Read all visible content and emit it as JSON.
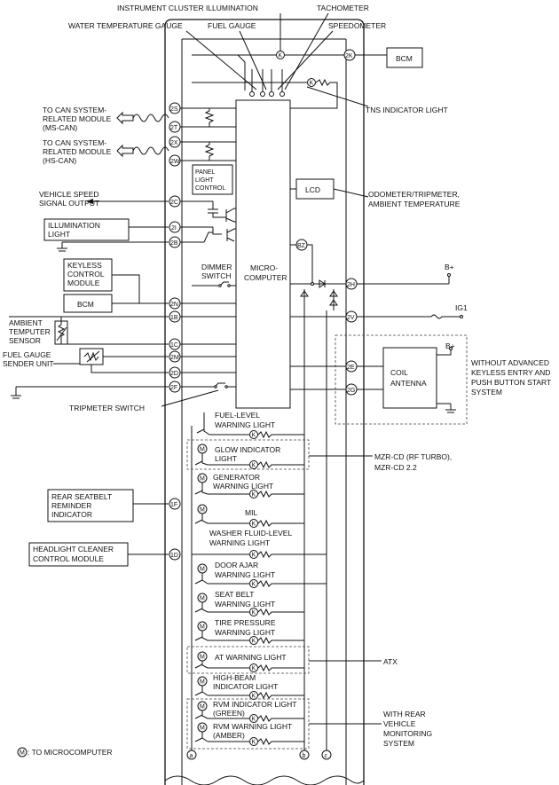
{
  "labels": {
    "instrument_cluster_illumination": "INSTRUMENT CLUSTER ILLUMINATION",
    "tachometer": "TACHOMETER",
    "water_temp_gauge": "WATER TEMPERATURE GAUGE",
    "fuel_gauge": "FUEL GAUGE",
    "speedometer": "SPEEDOMETER",
    "bcm_top": "BCM",
    "tns_indicator": "TNS INDICATOR LIGHT",
    "can_ms_1": "TO CAN SYSTEM-",
    "can_ms_2": "RELATED MODULE",
    "can_ms_3": "(MS-CAN)",
    "can_hs_1": "TO CAN SYSTEM-",
    "can_hs_2": "RELATED MODULE",
    "can_hs_3": "(HS-CAN)",
    "panel_light_1": "PANEL",
    "panel_light_2": "LIGHT",
    "panel_light_3": "CONTROL",
    "lcd": "LCD",
    "odometer_1": "ODOMETER/TRIPMETER,",
    "odometer_2": "AMBIENT TEMPERATURE",
    "vehicle_speed_1": "VEHICLE SPEED",
    "vehicle_speed_2": "SIGNAL OUTPUT",
    "illumination_1": "ILLUMINATION",
    "illumination_2": "LIGHT",
    "keyless_1": "KEYLESS",
    "keyless_2": "CONTROL",
    "keyless_3": "MODULE",
    "bcm_mid": "BCM",
    "dimmer_1": "DIMMER",
    "dimmer_2": "SWITCH",
    "micro_1": "MICRO-",
    "micro_2": "COMPUTER",
    "bplus_1": "B+",
    "ig1": "IG1",
    "ambient_1": "AMBIENT",
    "ambient_2": "TEMPUTER",
    "ambient_3": "SENSOR",
    "fuel_sender_1": "FUEL GAUGE",
    "fuel_sender_2": "SENDER UNIT",
    "bplus_2": "B+",
    "coil_1": "COIL",
    "coil_2": "ANTENNA",
    "keyless_note_1": "WITHOUT ADVANCED",
    "keyless_note_2": "KEYLESS ENTRY AND",
    "keyless_note_3": "PUSH BUTTON START",
    "keyless_note_4": "SYSTEM",
    "tripmeter_switch": "TRIPMETER SWITCH",
    "fuel_level_1": "FUEL-LEVEL",
    "fuel_level_2": "WARNING LIGHT",
    "glow_1": "GLOW INDICATOR",
    "glow_2": "LIGHT",
    "mzr_1": "MZR-CD (RF TURBO),",
    "mzr_2": "MZR-CD 2.2",
    "generator_1": "GENERATOR",
    "generator_2": "WARNING LIGHT",
    "rear_seatbelt_1": "REAR SEATBELT",
    "rear_seatbelt_2": "REMINDER",
    "rear_seatbelt_3": "INDICATOR",
    "mil": "MIL",
    "washer_1": "WASHER FLUID-LEVEL",
    "washer_2": "WARNING LIGHT",
    "headlight_1": "HEADLIGHT CLEANER",
    "headlight_2": "CONTROL MODULE",
    "door_1": "DOOR AJAR",
    "door_2": "WARNING LIGHT",
    "seatbelt_1": "SEAT BELT",
    "seatbelt_2": "WARNING LIGHT",
    "tire_1": "TIRE PRESSURE",
    "tire_2": "WARNING LIGHT",
    "at_warning": "AT WARNING LIGHT",
    "atx": "ATX",
    "highbeam_1": "HIGH-BEAM",
    "highbeam_2": "INDICATOR LIGHT",
    "rvm_ind_1": "RVM INDICATOR LIGHT",
    "rvm_ind_2": "(GREEN)",
    "rvm_warn_1": "RVM WARNING LIGHT",
    "rvm_warn_2": "(AMBER)",
    "rear_mon_1": "WITH REAR",
    "rear_mon_2": "VEHICLE",
    "rear_mon_3": "MONITORING",
    "rear_mon_4": "SYSTEM",
    "legend_symbol": "M",
    "legend_text": ": TO MICROCOMPUTER",
    "m": "M",
    "k": "K"
  },
  "terminals": {
    "t2K": "2K",
    "t2S": "2S",
    "t2T": "2T",
    "t2X": "2X",
    "t2W": "2W",
    "t2C": "2C",
    "t2I": "2I",
    "t2B": "2B",
    "t2N": "2N",
    "t1B": "1B",
    "t1C": "1C",
    "t2M": "2M",
    "t2D": "2D",
    "t2F": "2F",
    "t2H": "2H",
    "t2V": "2V",
    "t2E": "2E",
    "t2G": "2G",
    "tBZ": "BZ",
    "t1F": "1F",
    "t1D": "1D"
  },
  "bottom_terminals": {
    "a": "a",
    "b": "b",
    "c": "c"
  }
}
